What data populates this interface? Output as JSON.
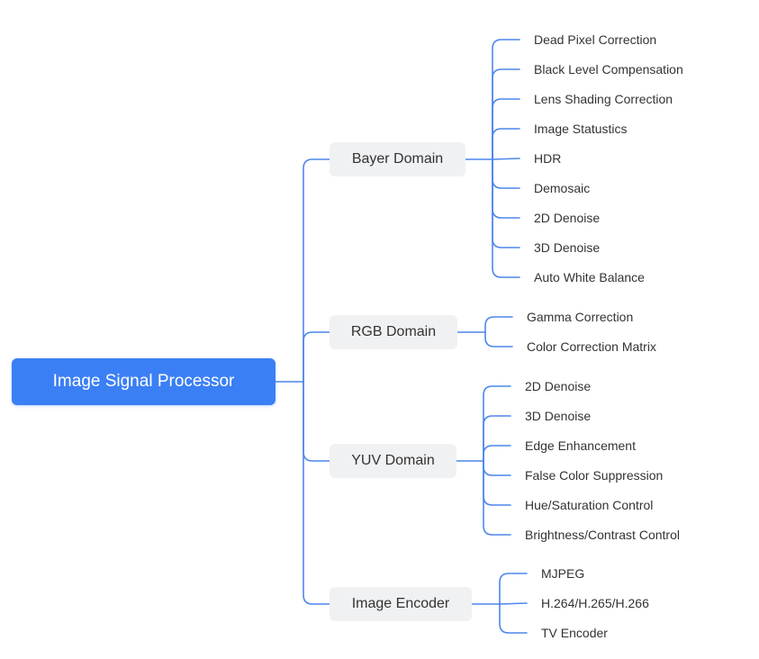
{
  "root": {
    "label": "Image Signal Processor"
  },
  "branches": [
    {
      "label": "Bayer Domain",
      "children": [
        "Dead Pixel Correction",
        "Black Level Compensation",
        "Lens Shading Correction",
        "Image Statustics",
        "HDR",
        "Demosaic",
        "2D Denoise",
        "3D Denoise",
        "Auto White Balance"
      ]
    },
    {
      "label": "RGB Domain",
      "children": [
        "Gamma Correction",
        "Color Correction Matrix"
      ]
    },
    {
      "label": "YUV Domain",
      "children": [
        "2D Denoise",
        "3D Denoise",
        "Edge Enhancement",
        "False Color Suppression",
        "Hue/Saturation Control",
        "Brightness/Contrast Control"
      ]
    },
    {
      "label": "Image Encoder",
      "children": [
        "MJPEG",
        "H.264/H.265/H.266",
        "TV Encoder"
      ]
    }
  ],
  "colors": {
    "root_fill": "#3b7ff5",
    "branch_fill": "#f0f1f3",
    "connector": "#4d86ec",
    "text": "#333333"
  }
}
